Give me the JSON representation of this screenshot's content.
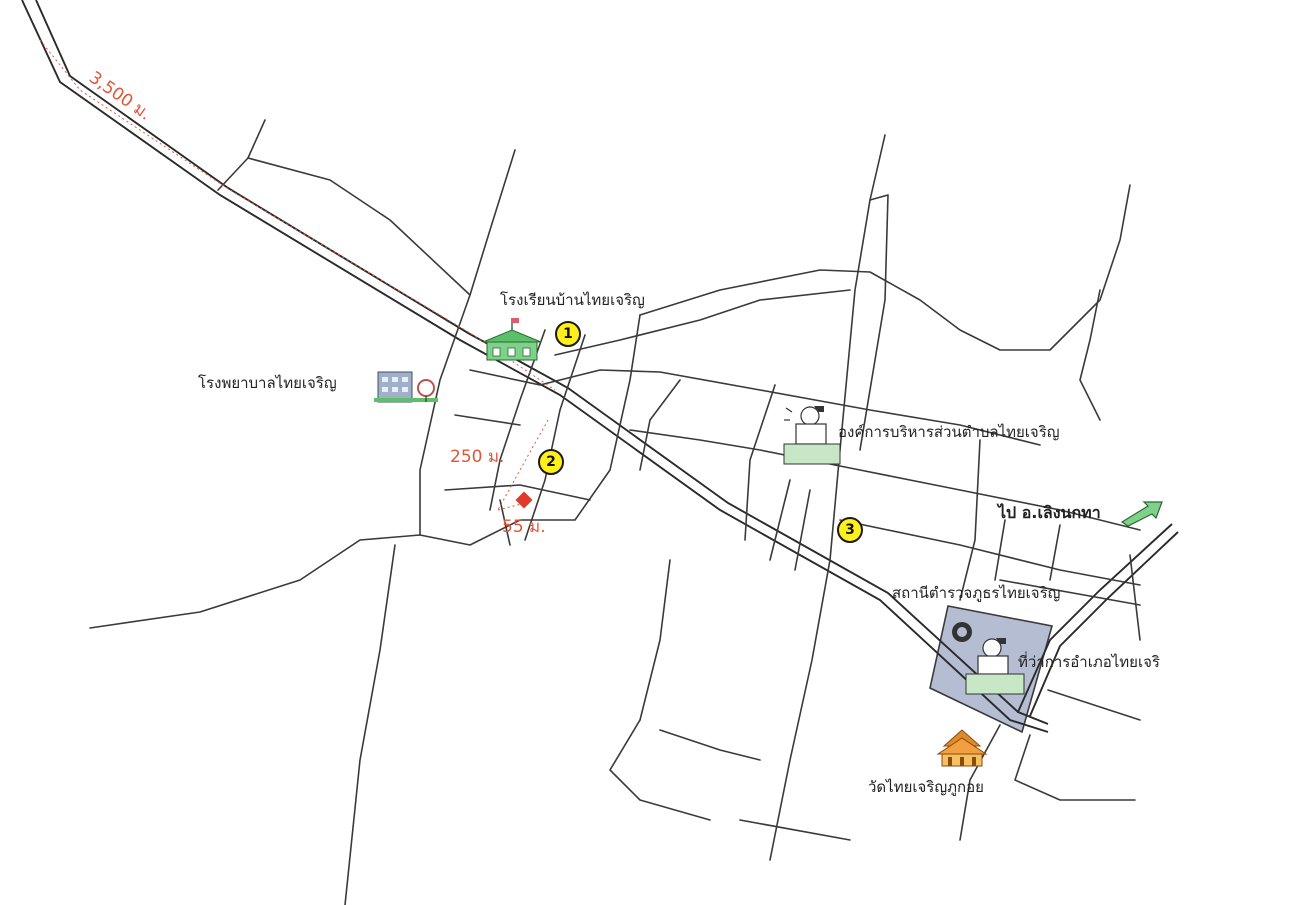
{
  "colors": {
    "road": "#3a3a3a",
    "distance": "#e0563a",
    "marker_fill": "#ffef1a",
    "district_area": "#b4bdd2",
    "school_green": "#5cc06a",
    "temple_orange": "#e08a2a",
    "arrow_green": "#3da84a"
  },
  "labels": {
    "school": "โรงเรียนบ้านไทยเจริญ",
    "hospital": "โรงพยาบาลไทยเจริญ",
    "tao": "องค์การบริหารส่วนตำบลไทยเจริญ",
    "destination": "ไป อ.เลิงนกทา",
    "police": "สถานีตำรวจภูธรไทยเจริญ",
    "district_office": "ที่ว่าการอำเภอไทยเจริ",
    "temple": "วัดไทยเจริญภูกอย"
  },
  "distances": {
    "d1": "3,500 ม.",
    "d2": "250 ม.",
    "d3": "55 ม."
  },
  "markers": [
    {
      "number": "1"
    },
    {
      "number": "2"
    },
    {
      "number": "3"
    }
  ],
  "icons": {
    "school": "school-building-icon",
    "hospital": "hospital-building-icon",
    "tao": "government-office-icon",
    "district": "government-office-icon",
    "police": "police-badge-icon",
    "temple": "temple-icon",
    "site": "location-diamond-icon",
    "arrow": "direction-arrow-icon"
  }
}
